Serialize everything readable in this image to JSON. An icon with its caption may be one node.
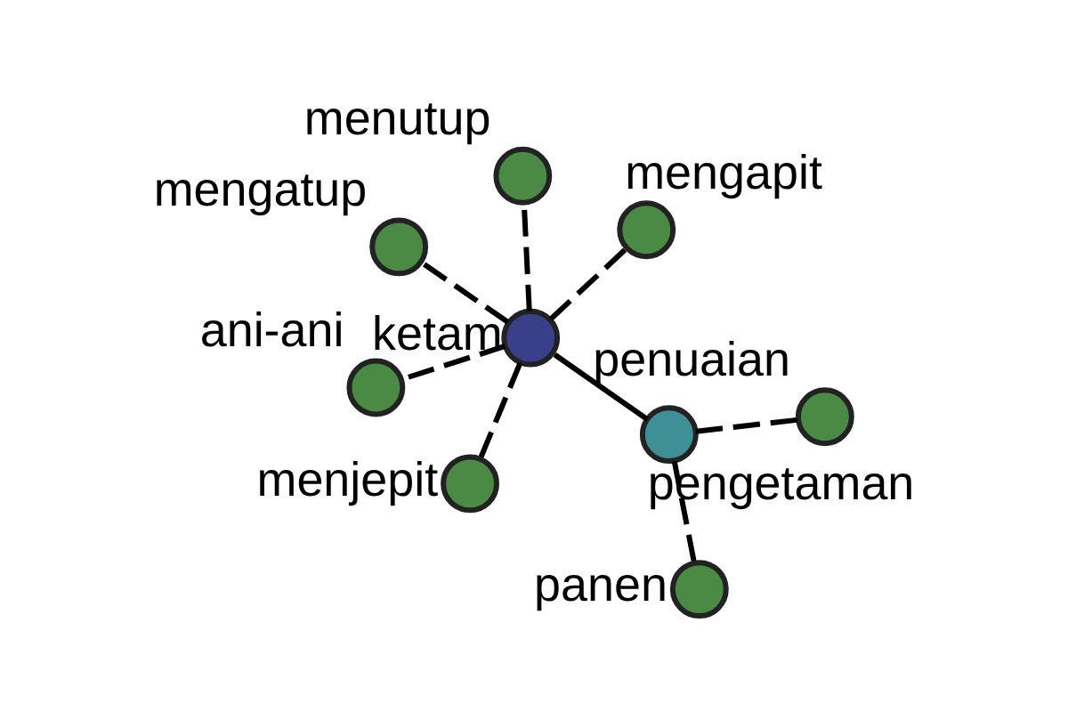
{
  "diagram": {
    "nodes": [
      {
        "text": [
          "ketam"
        ]
      },
      {
        "text": [
          "pengetaman"
        ]
      },
      {
        "text": [
          "menjepit"
        ]
      },
      {
        "text": [
          "mengatup"
        ]
      },
      {
        "text": [
          "mengapit"
        ]
      },
      {
        "text": [
          "menutup"
        ]
      },
      {
        "text": [
          "ani-ani"
        ]
      },
      {
        "text": [
          "penuaian"
        ]
      },
      {
        "text": [
          "panen"
        ]
      }
    ],
    "edges": [
      {
        "from": 0,
        "to": 1,
        "arrow": "none"
      },
      {
        "from": 0,
        "to": 2,
        "arrow": "none",
        "style": "dashed"
      },
      {
        "from": 0,
        "to": 3,
        "arrow": "none",
        "style": "dashed"
      },
      {
        "from": 0,
        "to": 4,
        "arrow": "none",
        "style": "dashed"
      },
      {
        "from": 0,
        "to": 5,
        "arrow": "none",
        "style": "dashed"
      },
      {
        "from": 0,
        "to": 6,
        "arrow": "none",
        "style": "dashed"
      },
      {
        "from": 1,
        "to": 7,
        "arrow": "none",
        "style": "dashed"
      },
      {
        "from": 1,
        "to": 8,
        "arrow": "none",
        "style": "dashed"
      }
    ]
  }
}
